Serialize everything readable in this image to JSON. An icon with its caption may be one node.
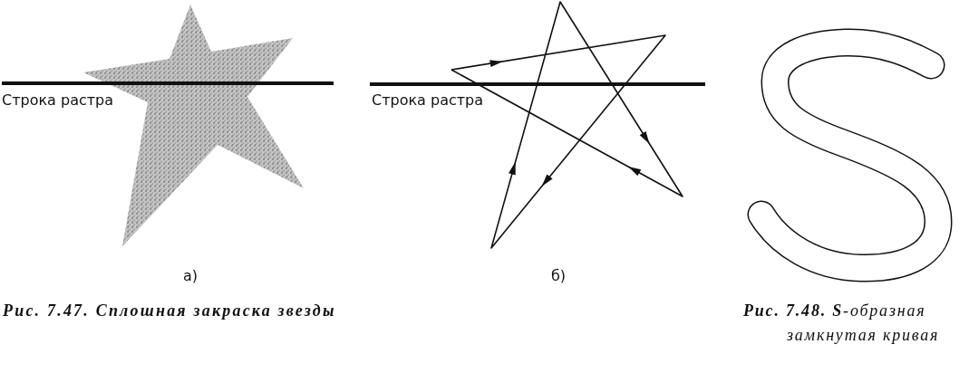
{
  "diagram": {
    "labels": [
      "Строка растра",
      "Строка растра",
      "а)",
      "б)",
      "Рис. 7.47. Сплошная закраска звезды",
      "**Рис. 7.48. S**-образная замкнутая кривая"
    ]
  }
}
